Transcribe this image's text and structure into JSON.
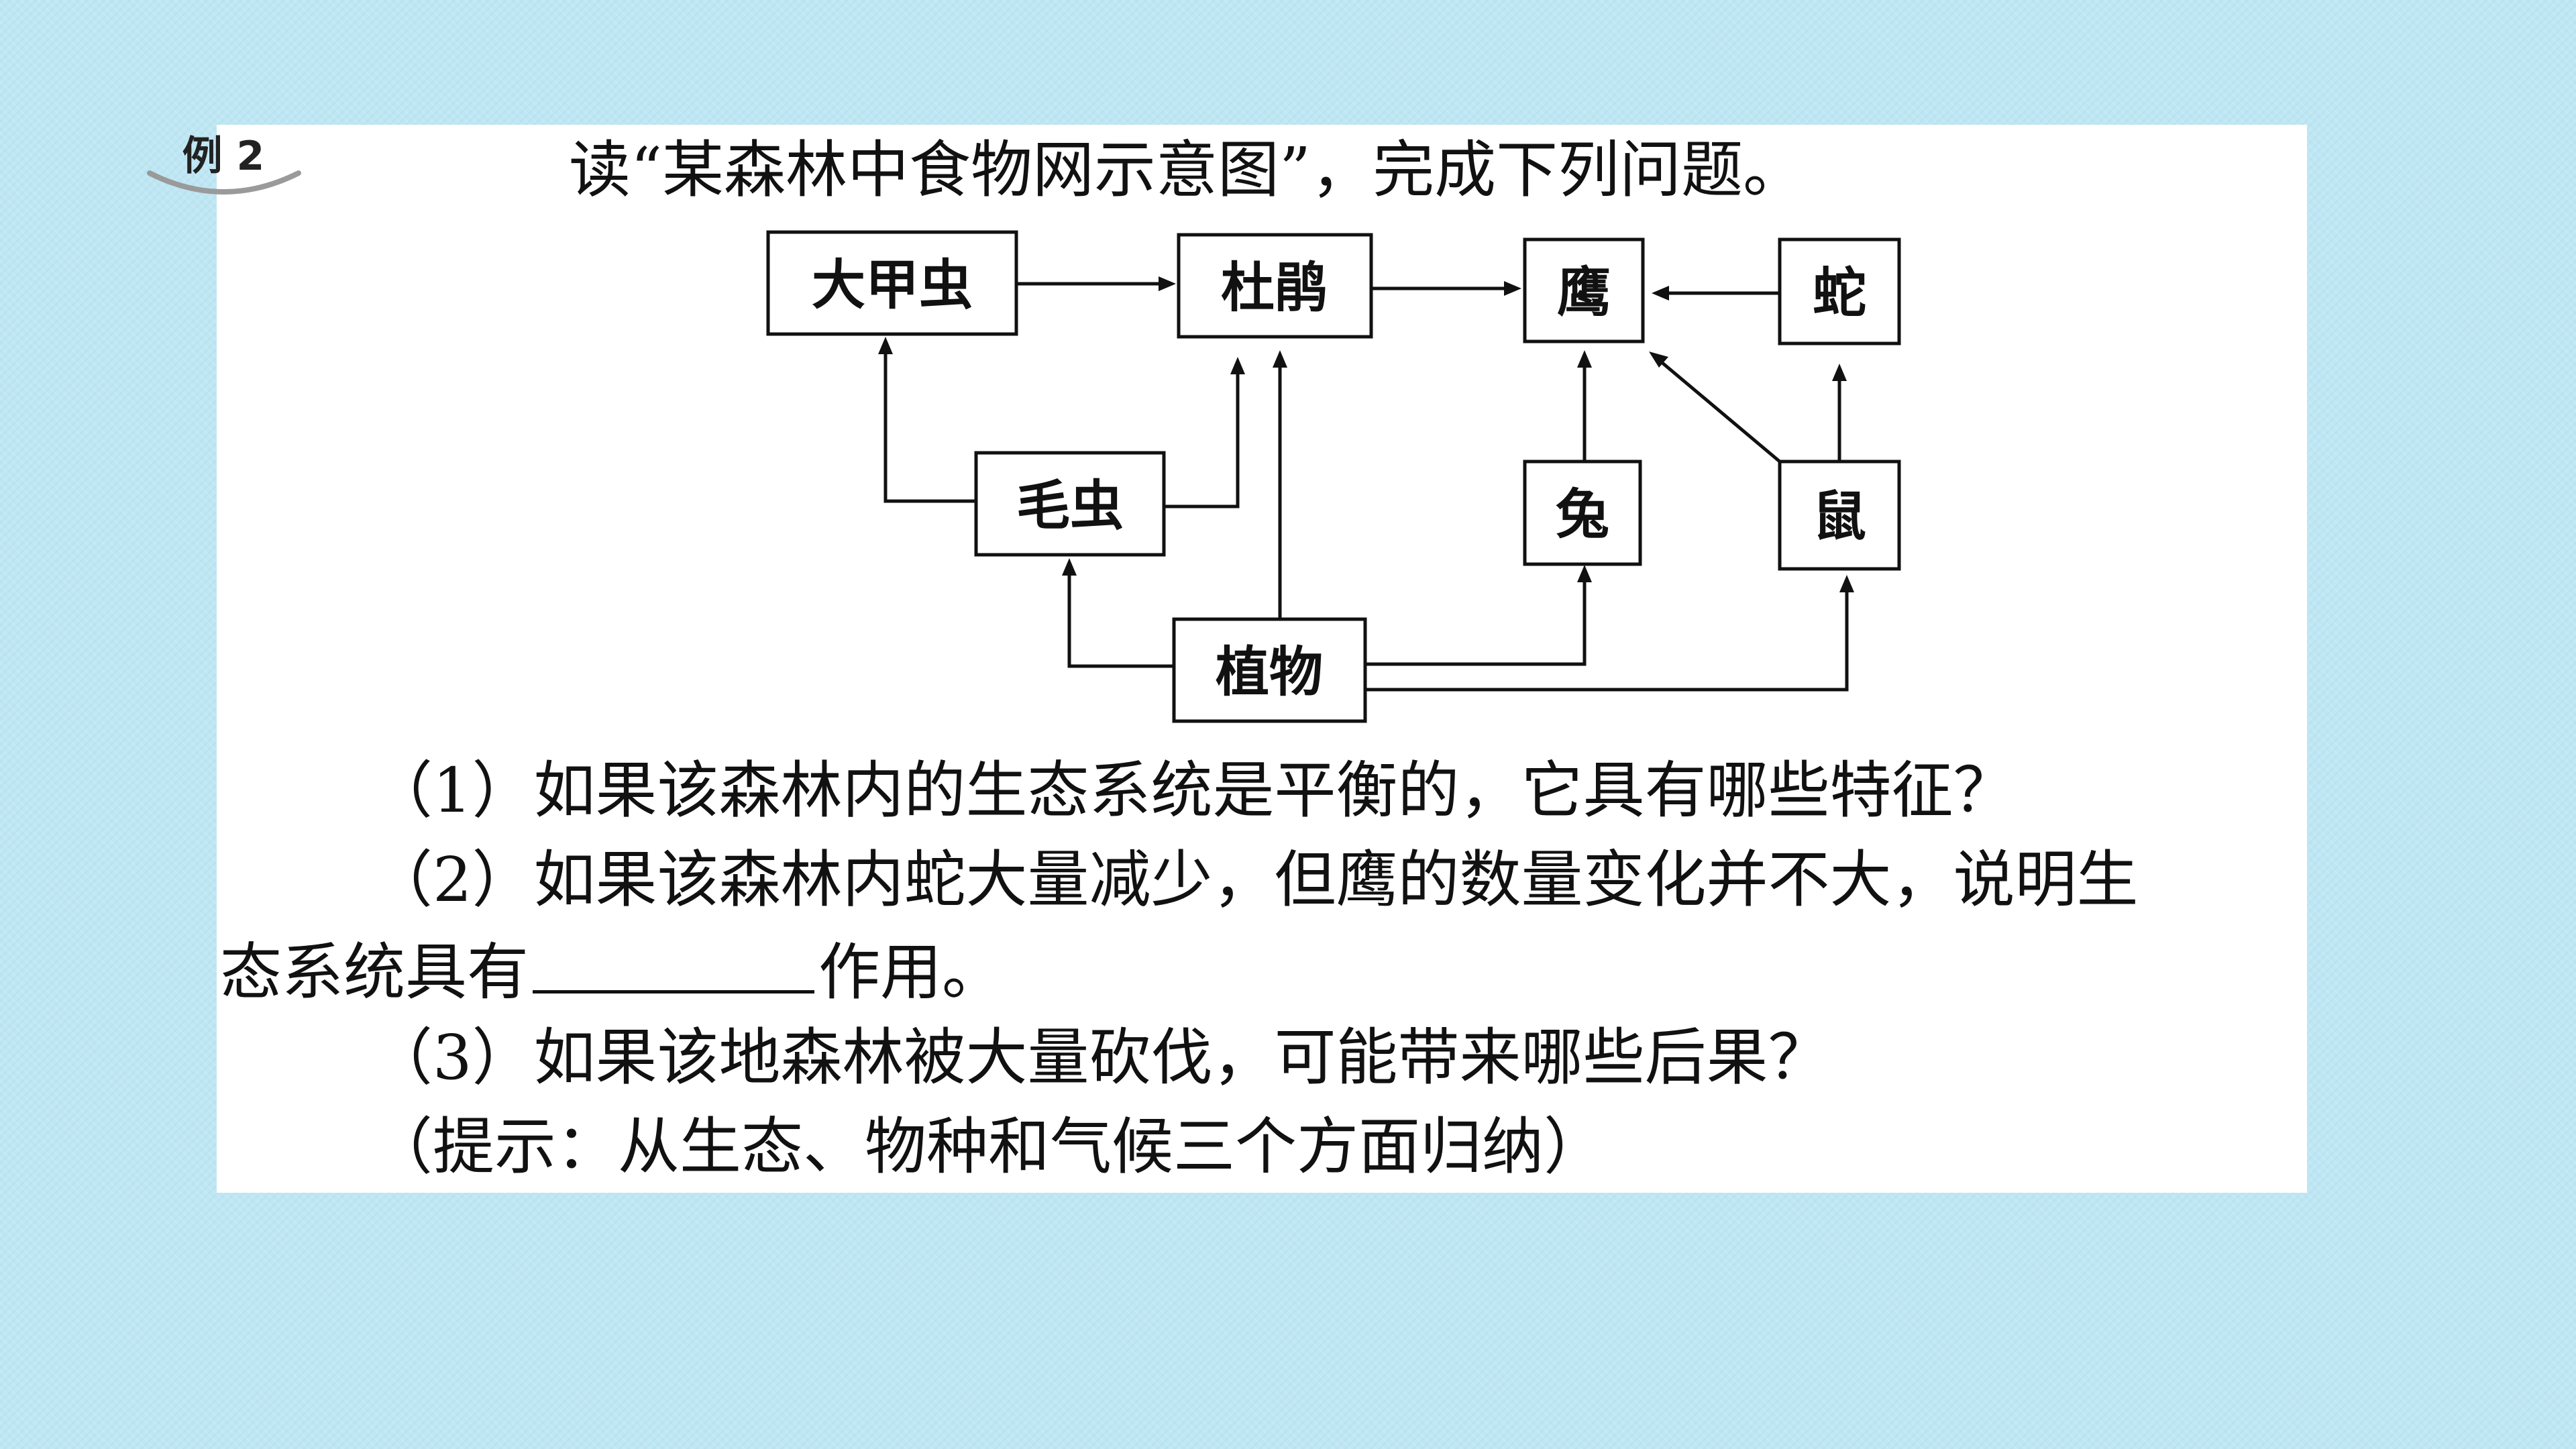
{
  "badge": "例 2",
  "title": "读“某森林中食物网示意图”，完成下列问题。",
  "diagram": {
    "nodes": {
      "beetle": "大甲虫",
      "cuckoo": "杜鹃",
      "eagle": "鹰",
      "snake": "蛇",
      "caterpillar": "毛虫",
      "rabbit": "兔",
      "mouse": "鼠",
      "plant": "植物"
    }
  },
  "questions": {
    "q1": "（1）如果该森林内的生态系统是平衡的，它具有哪些特征？",
    "q2_line1": "（2）如果该森林内蛇大量减少，但鹰的数量变化并不大，说明生",
    "q2_line2_before": "态系统具有",
    "q2_line2_after": "作用。",
    "q3": "（3）如果该地森林被大量砍伐，可能带来哪些后果？",
    "hint": "（提示：从生态、物种和气候三个方面归纳）"
  }
}
